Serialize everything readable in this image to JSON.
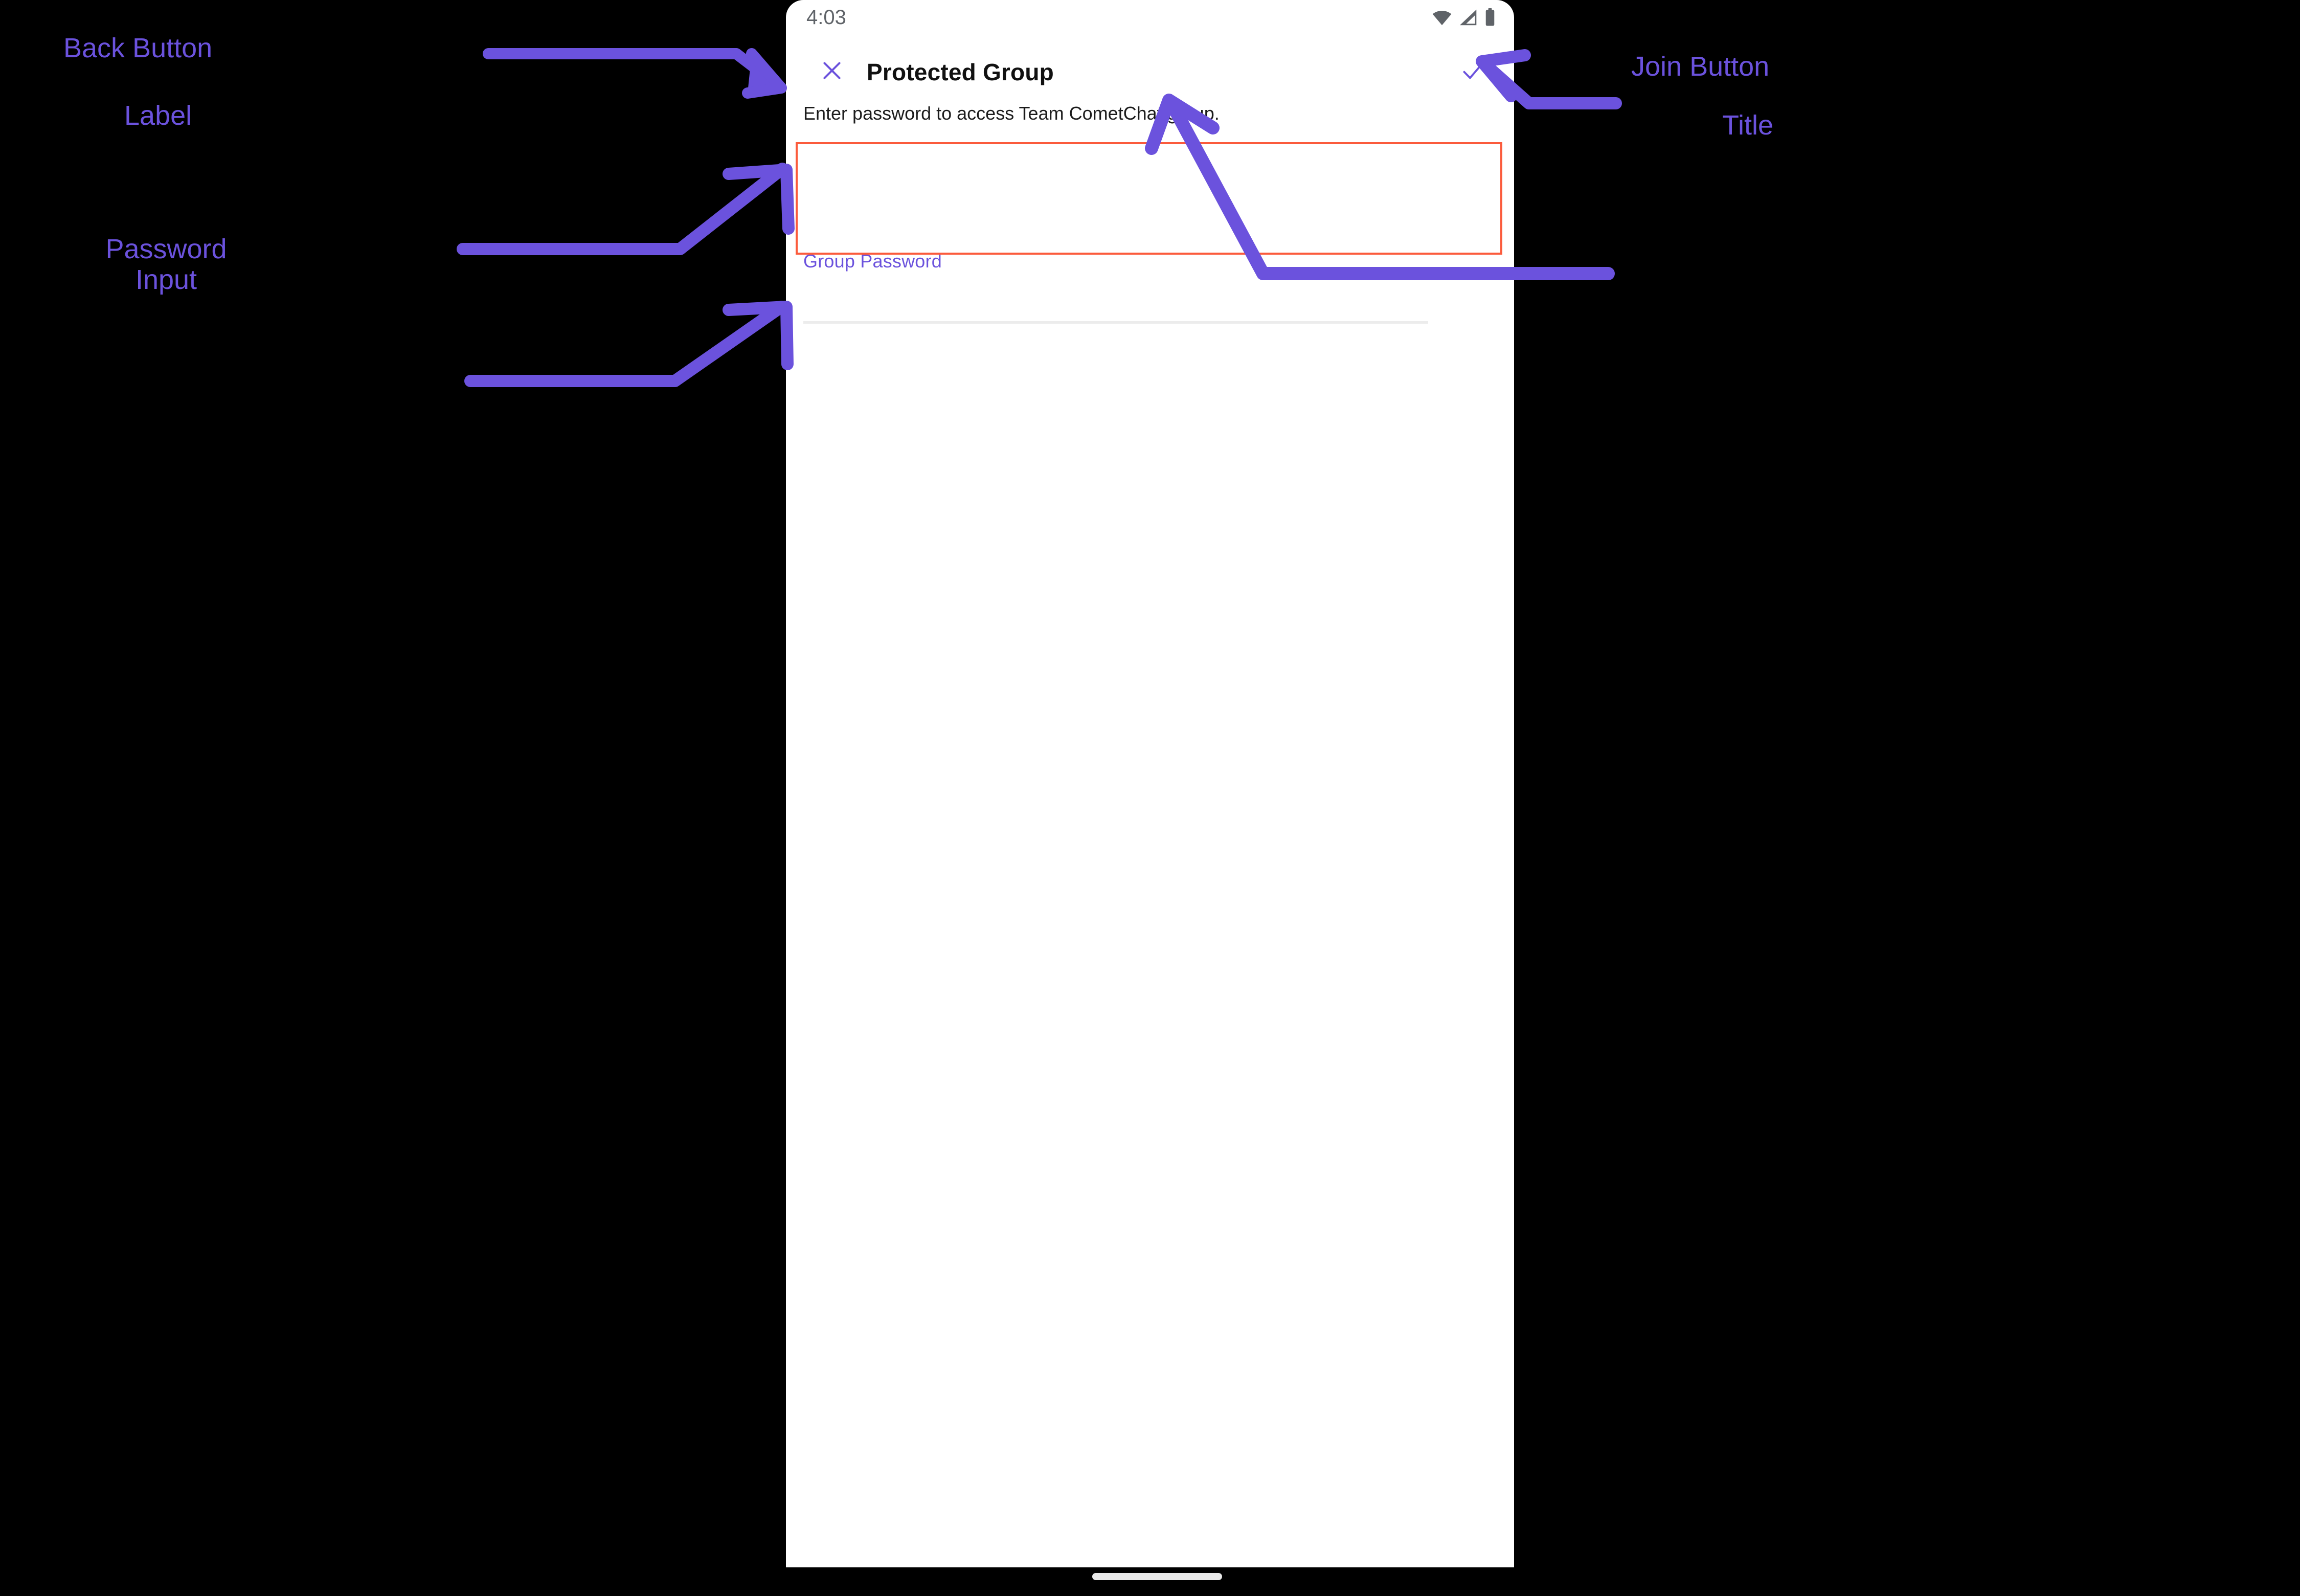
{
  "device": {
    "status_bar": {
      "time": "4:03",
      "icons": [
        "wifi-icon",
        "cellular-signal-icon",
        "battery-icon"
      ]
    },
    "home_indicator": true
  },
  "app_bar": {
    "close_icon": "close-x-icon",
    "title": "Protected Group",
    "action_icon": "checkmark-icon"
  },
  "screen": {
    "description": "Enter password to access Team CometChat group.",
    "password_field": {
      "label": "Group Password",
      "value": "",
      "placeholder": ""
    }
  },
  "annotations": [
    {
      "id": "back-button",
      "label": "Back Button"
    },
    {
      "id": "label",
      "label": "Label"
    },
    {
      "id": "password-input",
      "label": "Password\nInput"
    },
    {
      "id": "join-button",
      "label": "Join Button"
    },
    {
      "id": "title",
      "label": "Title"
    }
  ],
  "colors": {
    "accent_purple": "#6B52DD",
    "highlight_red": "#FB5B3C",
    "background": "#000000",
    "surface": "#FFFFFF",
    "status_gray": "#5F6368",
    "underline_gray": "#ECECEC"
  }
}
